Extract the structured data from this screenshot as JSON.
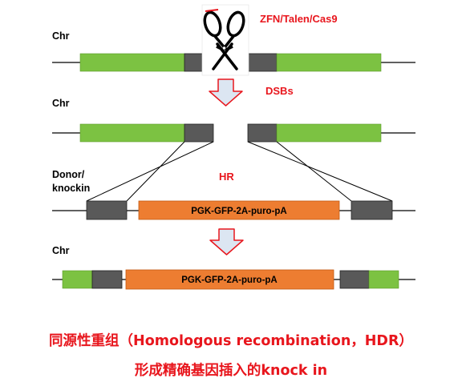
{
  "labels": {
    "chr_1": "Chr",
    "chr_2": "Chr",
    "donor_line1": "Donor/",
    "donor_line2": "knockin",
    "chr_3": "Chr",
    "nuclease": "ZFN/Talen/Cas9",
    "dsbs": "DSBs",
    "hr": "HR",
    "cassette_donor": "PGK-GFP-2A-puro-pA",
    "cassette_result": "PGK-GFP-2A-puro-pA"
  },
  "caption": {
    "line1": "同源性重组（Homologous recombination，HDR）",
    "line2": "形成精确基因插入的knock in"
  },
  "colors": {
    "exon_green": "#7cc242",
    "homology_arm_gray": "#595959",
    "cassette_orange": "#ed7d31",
    "label_red": "#e8161d",
    "arrow_fill": "#dce6f2",
    "arrow_stroke": "#e8161d"
  },
  "icons": {
    "cutter": "scissors-icon",
    "step_arrow": "down-arrow-icon"
  }
}
